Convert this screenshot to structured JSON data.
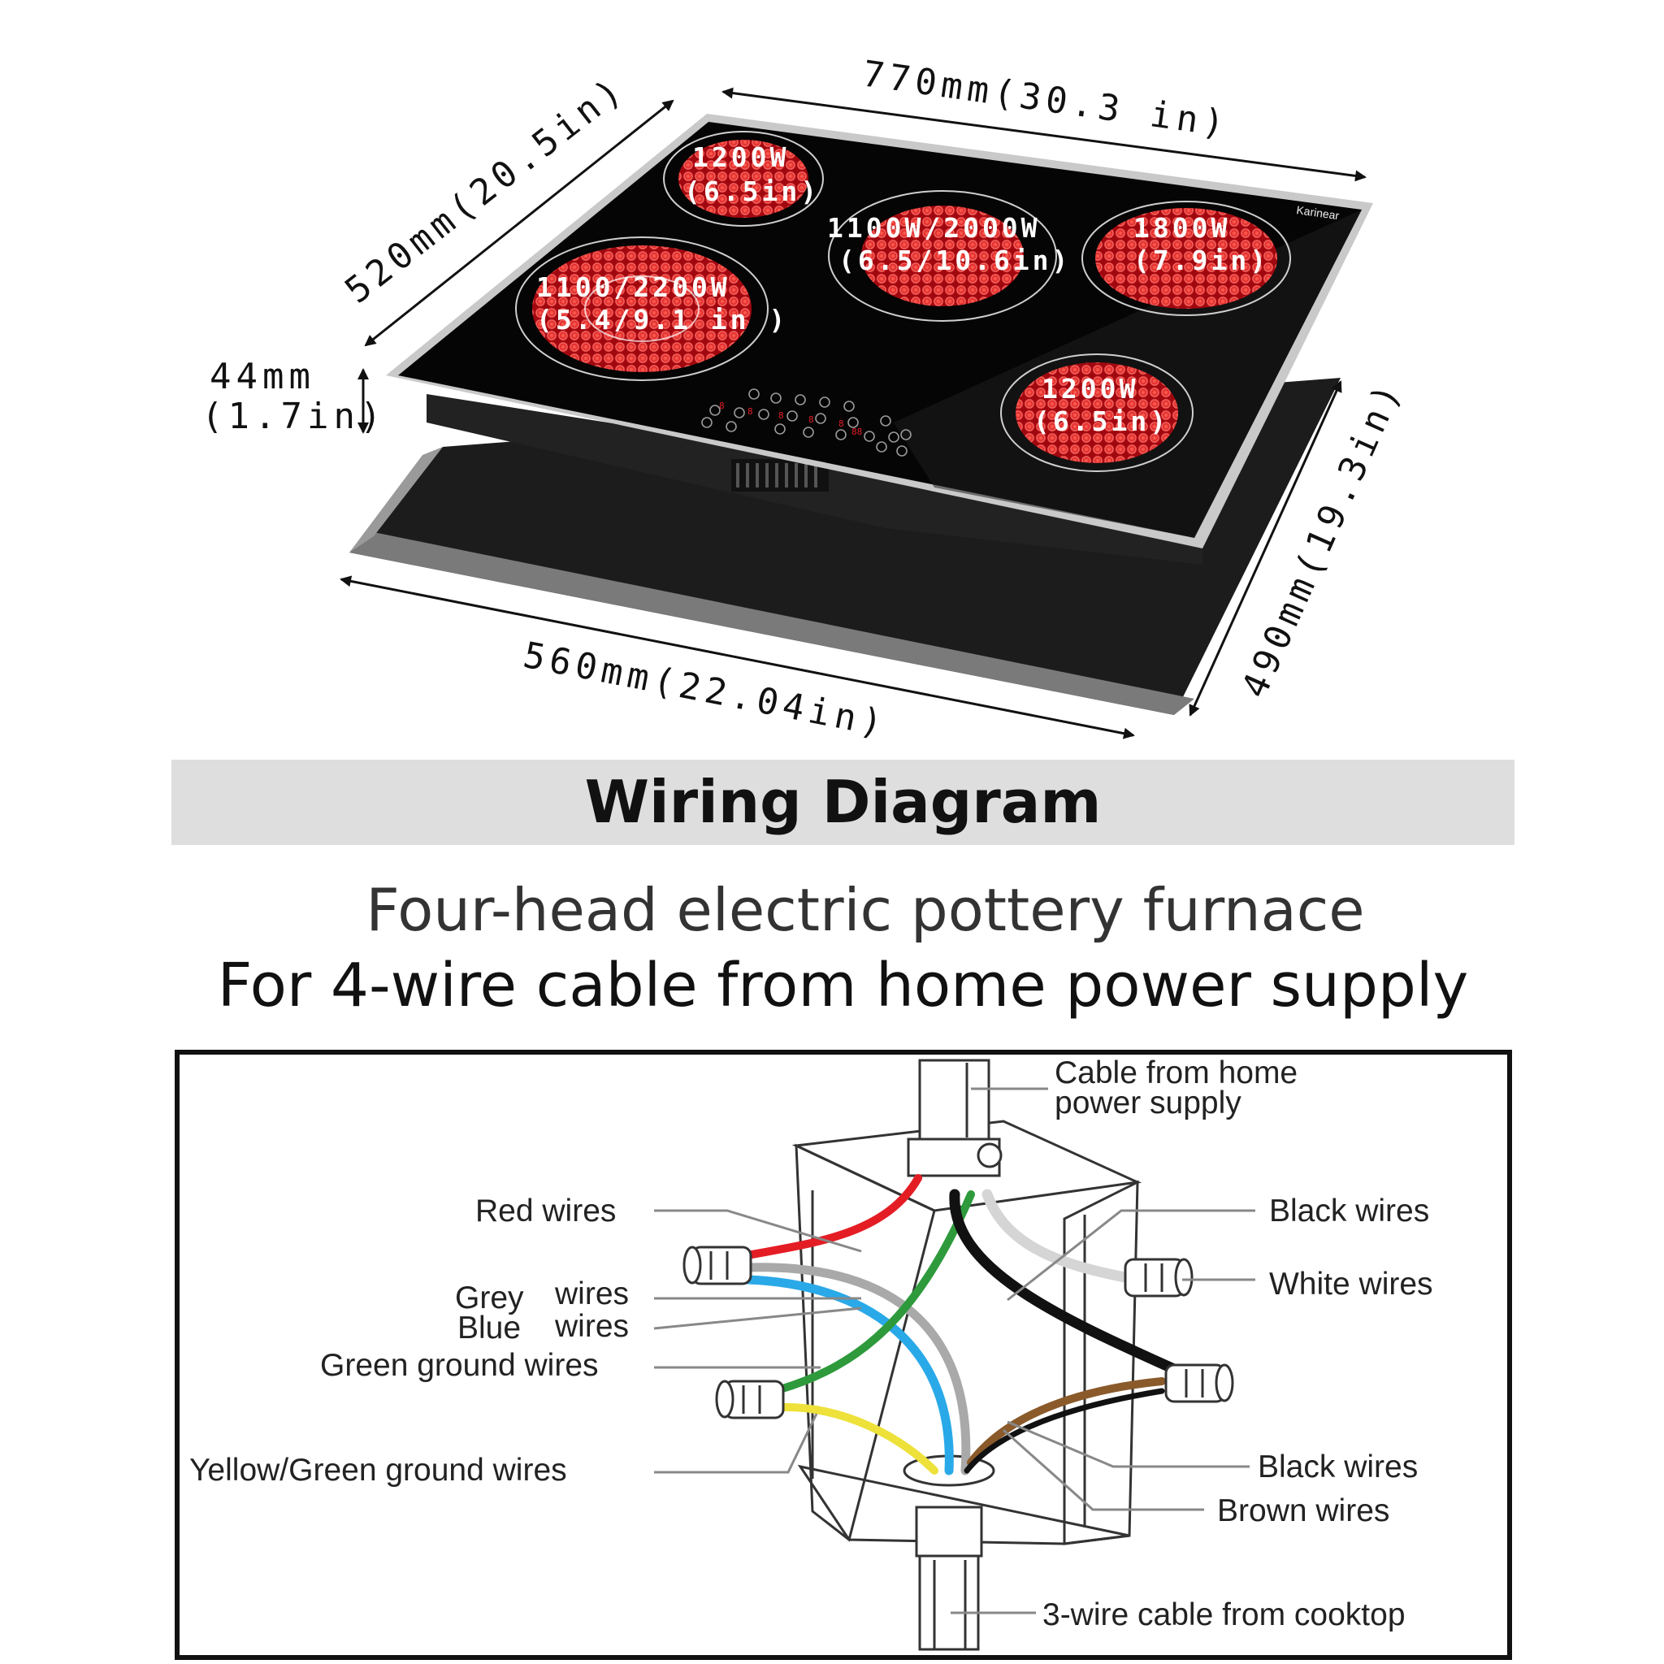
{
  "cooktop": {
    "dimensions": {
      "width_top": "770mm(30.3 in)",
      "depth_left": "520mm(20.5in)",
      "height_mm": "44mm",
      "height_in": "(1.7in)",
      "cutout_width": "560mm(22.04in)",
      "cutout_depth": "490mm(19.3in)"
    },
    "zones": [
      {
        "power": "1200W",
        "size": "(6.5in)"
      },
      {
        "power": "1100W/2000W",
        "size": "(6.5/10.6in)"
      },
      {
        "power": "1800W",
        "size": "(7.9in)"
      },
      {
        "power": "1100/2200W",
        "size": "(5.4/9.1 in )"
      },
      {
        "power": "1200W",
        "size": "(6.5in)"
      }
    ],
    "brand": "Karinear"
  },
  "wiring": {
    "title": "Wiring Diagram",
    "subtitle_1": "Four-head electric pottery furnace",
    "subtitle_2": "For 4-wire cable from home power supply",
    "labels": {
      "cable_home_1": "Cable from home",
      "cable_home_2": "power supply",
      "red": "Red wires",
      "grey_a": "Grey",
      "grey_b": "wires",
      "blue_a": "Blue",
      "blue_b": "wires",
      "green_ground": "Green ground wires",
      "yellow_green": "Yellow/Green  ground wires",
      "black_top": "Black wires",
      "white": "White wires",
      "black_bottom": "Black wires",
      "brown": "Brown wires",
      "cooktop_cable": "3-wire cable from cooktop"
    },
    "wire_colors": {
      "red": "#e41d25",
      "grey": "#a9a9a9",
      "blue": "#2aa9e8",
      "green": "#2e9a3c",
      "yellow": "#ede13a",
      "black": "#111111",
      "brown": "#8b5a2b",
      "glow": "#d8141b"
    }
  }
}
